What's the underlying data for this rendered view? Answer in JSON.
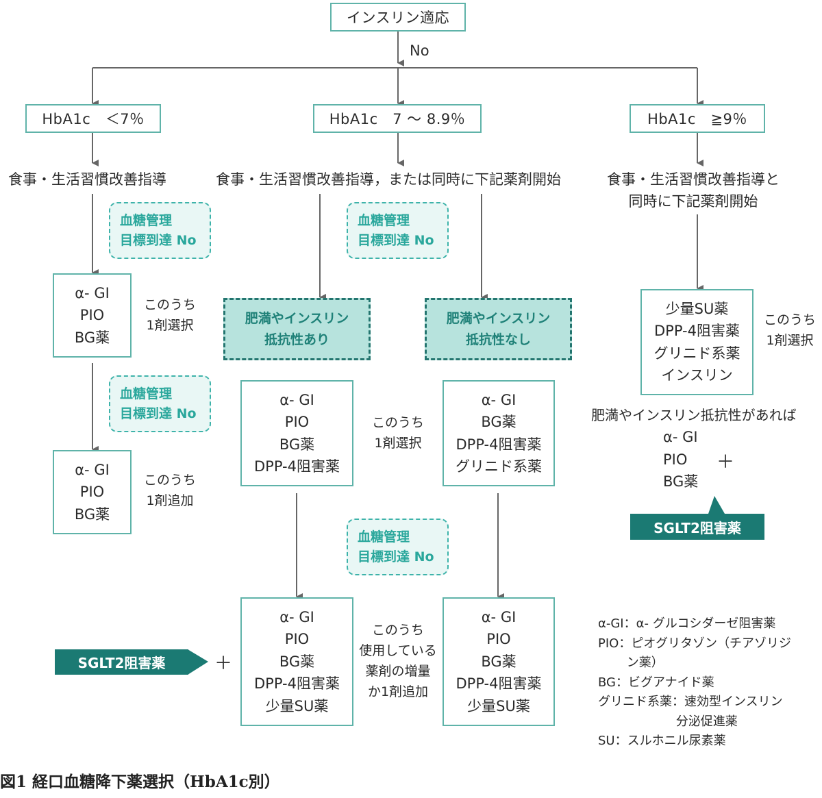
{
  "start": {
    "label": "インスリン適応",
    "branch_label": "No"
  },
  "columns": {
    "left": {
      "hba1c": "HbA1c　＜7％",
      "guidance": "食事・生活習慣改善指導",
      "goal1": [
        "血糖管理",
        "目標到達 No"
      ],
      "drugs1": [
        "α- GI",
        "PIO",
        "BG薬"
      ],
      "note1": [
        "このうち",
        "1剤選択"
      ],
      "goal2": [
        "血糖管理",
        "目標到達 No"
      ],
      "drugs2": [
        "α- GI",
        "PIO",
        "BG薬"
      ],
      "note2": [
        "このうち",
        "1剤追加"
      ],
      "sglt2": "SGLT2阻害薬",
      "plus": "＋"
    },
    "middle": {
      "hba1c": "HbA1c　7 ～ 8.9％",
      "guidance": "食事・生活習慣改善指導，または同時に下記薬剤開始",
      "goal1": [
        "血糖管理",
        "目標到達 No"
      ],
      "obese_yes": [
        "肥満やインスリン",
        "抵抗性あり"
      ],
      "obese_no": [
        "肥満やインスリン",
        "抵抗性なし"
      ],
      "drugs_yes": [
        "α- GI",
        "PIO",
        "BG薬",
        "DPP-4阻害薬"
      ],
      "drugs_no": [
        "α- GI",
        "BG薬",
        "DPP-4阻害薬",
        "グリニド系薬"
      ],
      "note1": [
        "このうち",
        "1剤選択"
      ],
      "goal2": [
        "血糖管理",
        "目標到達 No"
      ],
      "final_yes": [
        "α- GI",
        "PIO",
        "BG薬",
        "DPP-4阻害薬",
        "少量SU薬"
      ],
      "final_no": [
        "α- GI",
        "PIO",
        "BG薬",
        "DPP-4阻害薬",
        "少量SU薬"
      ],
      "note2": [
        "このうち",
        "使用している",
        "薬剤の増量",
        "か1剤追加"
      ]
    },
    "right": {
      "hba1c": "HbA1c　≧9％",
      "guidance": [
        "食事・生活習慣改善指導と",
        "同時に下記薬剤開始"
      ],
      "drugs": [
        "少量SU薬",
        "DPP-4阻害薬",
        "グリニド系薬",
        "インスリン"
      ],
      "note": [
        "このうち",
        "1剤選択"
      ],
      "obese_text": "肥満やインスリン抵抗性があれば",
      "obese_drugs": [
        "α- GI",
        "PIO",
        "BG薬"
      ],
      "plus": "＋",
      "sglt2": "SGLT2阻害薬"
    }
  },
  "legend": [
    "α-GI：α- グルコシダーゼ阻害薬",
    "PIO：ピオグリタゾン（チアゾリジ",
    "　　 ン薬）",
    "BG：ビグアナイド薬",
    "グリニド系薬：速効型インスリン",
    "　　　　　　 分泌促進薬",
    "SU：スルホニル尿素薬"
  ],
  "caption": "図1 経口血糖降下薬選択（HbA1c別）",
  "colors": {
    "teal_border": "#5fb3a9",
    "teal_dark": "#1b7a73",
    "goal_fill": "#e9f7f5",
    "obese_fill": "#b7e3dd",
    "line": "#666666"
  }
}
